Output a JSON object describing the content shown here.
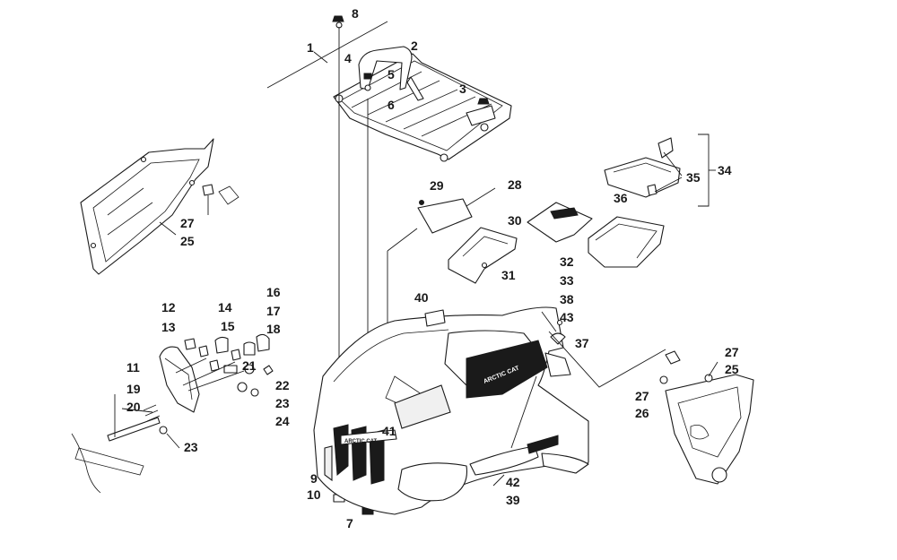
{
  "diagram": {
    "type": "exploded-parts-view",
    "callouts": {
      "c1": "1",
      "c2": "2",
      "c3": "3",
      "c4": "4",
      "c5": "5",
      "c6": "6",
      "c7": "7",
      "c8": "8",
      "c9": "9",
      "c10": "10",
      "c11": "11",
      "c12": "12",
      "c13": "13",
      "c14": "14",
      "c15": "15",
      "c16": "16",
      "c17": "17",
      "c18": "18",
      "c19": "19",
      "c20": "20",
      "c21": "21",
      "c22": "22",
      "c23a": "23",
      "c23b": "23",
      "c24": "24",
      "c25a": "25",
      "c25b": "25",
      "c26": "26",
      "c27a": "27",
      "c27b": "27",
      "c27c": "27",
      "c28": "28",
      "c29": "29",
      "c30": "30",
      "c31": "31",
      "c32": "32",
      "c33": "33",
      "c34": "34",
      "c35": "35",
      "c36": "36",
      "c37": "37",
      "c38": "38",
      "c39": "39",
      "c40": "40",
      "c41": "41",
      "c42": "42",
      "c43": "43"
    },
    "decals": {
      "hood_logo": "ARCTIC CAT",
      "fender_decal": "ARCTIC CAT"
    },
    "colors": {
      "line": "#1a1a1a",
      "background": "#ffffff",
      "decal": "#1a1a1a"
    }
  }
}
